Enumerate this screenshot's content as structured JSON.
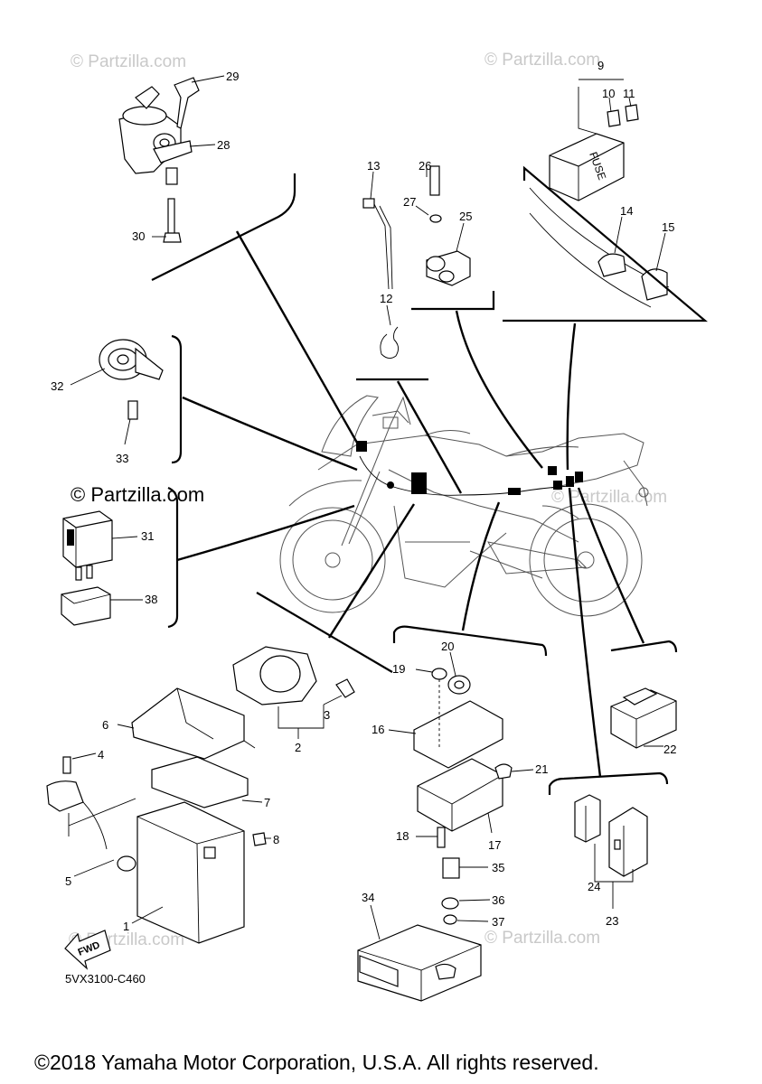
{
  "watermarks": {
    "top_left": "© Partzilla.com",
    "top_right": "© Partzilla.com",
    "middle_left": "© Partzilla.com",
    "mid_right": "© Partzilla.com",
    "bottom_left": "© Partzilla.com",
    "bottom_right": "© Partzilla.com"
  },
  "part_labels": {
    "p1": "1",
    "p2": "2",
    "p3": "3",
    "p4": "4",
    "p5": "5",
    "p6": "6",
    "p7": "7",
    "p8": "8",
    "p9": "9",
    "p10": "10",
    "p11": "11",
    "p12": "12",
    "p13": "13",
    "p14": "14",
    "p15": "15",
    "p16": "16",
    "p17": "17",
    "p18": "18",
    "p19": "19",
    "p20": "20",
    "p21": "21",
    "p22": "22",
    "p23": "23",
    "p24": "24",
    "p25": "25",
    "p26": "26",
    "p27": "27",
    "p28": "28",
    "p29": "29",
    "p30": "30",
    "p31": "31",
    "p32": "32",
    "p33": "33",
    "p34": "34",
    "p35": "35",
    "p36": "36",
    "p37": "37",
    "p38": "38"
  },
  "fuse_text": "FUSE",
  "fwd_text": "FWD",
  "diagram_code": "5VX3100-C460",
  "copyright": "©2018 Yamaha Motor Corporation, U.S.A. All rights reserved."
}
